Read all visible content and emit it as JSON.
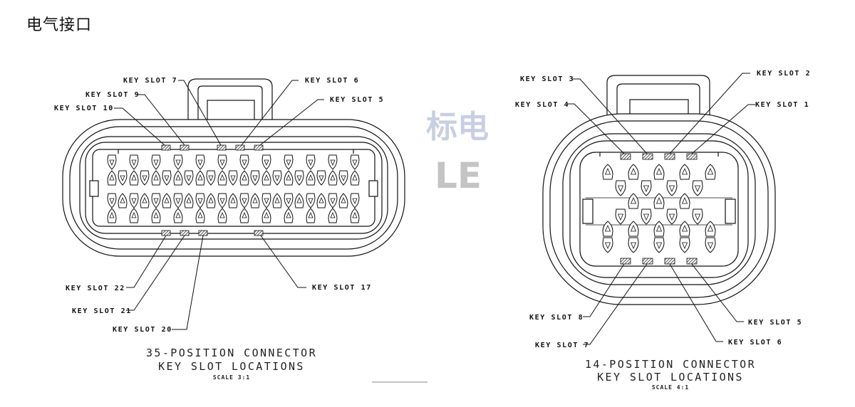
{
  "title": "电气接口",
  "watermark": {
    "text_top": "标电",
    "text_bottom": "LE"
  },
  "left_connector": {
    "caption_line1": "35-POSITION CONNECTOR",
    "caption_line2": "KEY SLOT LOCATIONS",
    "scale": "SCALE  3:1",
    "labels": {
      "ks7": "KEY SLOT 7",
      "ks6": "KEY SLOT 6",
      "ks9": "KEY SLOT 9",
      "ks5": "KEY SLOT 5",
      "ks10": "KEY SLOT 10",
      "ks22": "KEY SLOT 22",
      "ks17": "KEY SLOT 17",
      "ks21": "KEY SLOT 21",
      "ks20": "KEY SLOT 20"
    }
  },
  "right_connector": {
    "caption_line1": "14-POSITION CONNECTOR",
    "caption_line2": "KEY SLOT LOCATIONS",
    "scale": "SCALE 4:1",
    "labels": {
      "ks3": "KEY SLOT 3",
      "ks2": "KEY SLOT 2",
      "ks4": "KEY SLOT 4",
      "ks1": "KEY SLOT 1",
      "ks8": "KEY SLOT 8",
      "ks5": "KEY SLOT 5",
      "ks7": "KEY SLOT 7",
      "ks6": "KEY SLOT 6"
    }
  }
}
